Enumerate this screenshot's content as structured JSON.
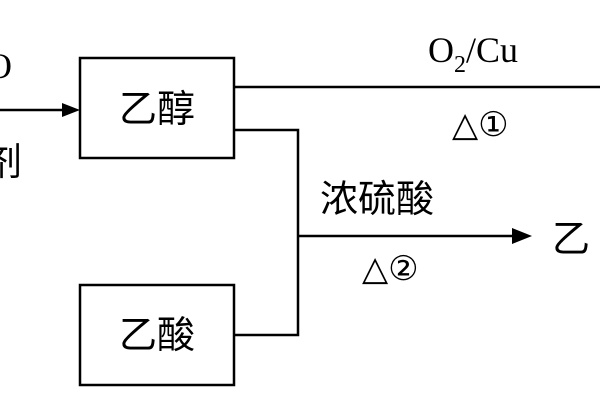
{
  "colors": {
    "ink": "#000000",
    "background": "#ffffff"
  },
  "left_fragments": {
    "top": "O",
    "bottom": "剂"
  },
  "boxes": {
    "ethanol": "乙醇",
    "acetic_acid": "乙酸"
  },
  "reaction1": {
    "reagent": "O",
    "subscript": "2",
    "rest": "/Cu",
    "condition": "△①"
  },
  "reaction2": {
    "reagent": "浓硫酸",
    "condition": "△②"
  },
  "right_fragment": "乙"
}
